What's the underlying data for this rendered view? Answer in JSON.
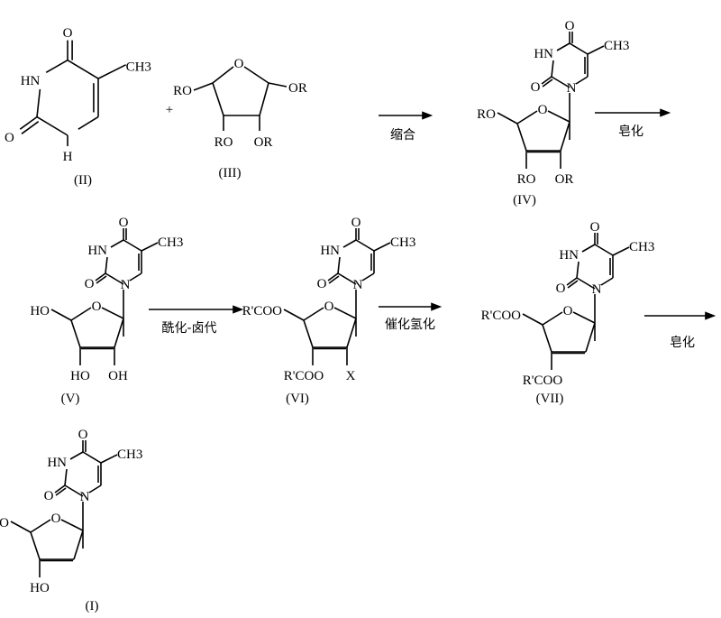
{
  "reactants": {
    "thymine": {
      "label": "(II)",
      "O": "O",
      "NH": "HN",
      "CH3": "CH3",
      "H": "H"
    },
    "plus": "+",
    "sugar": {
      "label": "(III)",
      "ring_O": "O",
      "sub5": "RO",
      "sub1": "OR",
      "sub3": "RO",
      "sub2": "OR"
    }
  },
  "compounds": [
    {
      "id": "IV",
      "label": "(IV)",
      "sub5": "RO",
      "sub3": "RO",
      "sub2": "OR"
    },
    {
      "id": "V",
      "label": "(V)",
      "sub5": "HO",
      "sub3": "HO",
      "sub2": "OH"
    },
    {
      "id": "VI",
      "label": "(VI)",
      "sub5": "R'COO",
      "sub3": "R'COO",
      "sub2": "X"
    },
    {
      "id": "VII",
      "label": "(VII)",
      "sub5": "R'COO",
      "sub3": "R'COO",
      "sub2": ""
    },
    {
      "id": "I",
      "label": "(I)",
      "sub5": "HO",
      "sub3": "HO",
      "sub2": ""
    }
  ],
  "base_text": {
    "O": "O",
    "NH": "HN",
    "N": "N",
    "CH3": "CH3"
  },
  "reagents": [
    "缩合",
    "皂化",
    "酰化-卤代",
    "催化氢化",
    "皂化"
  ]
}
